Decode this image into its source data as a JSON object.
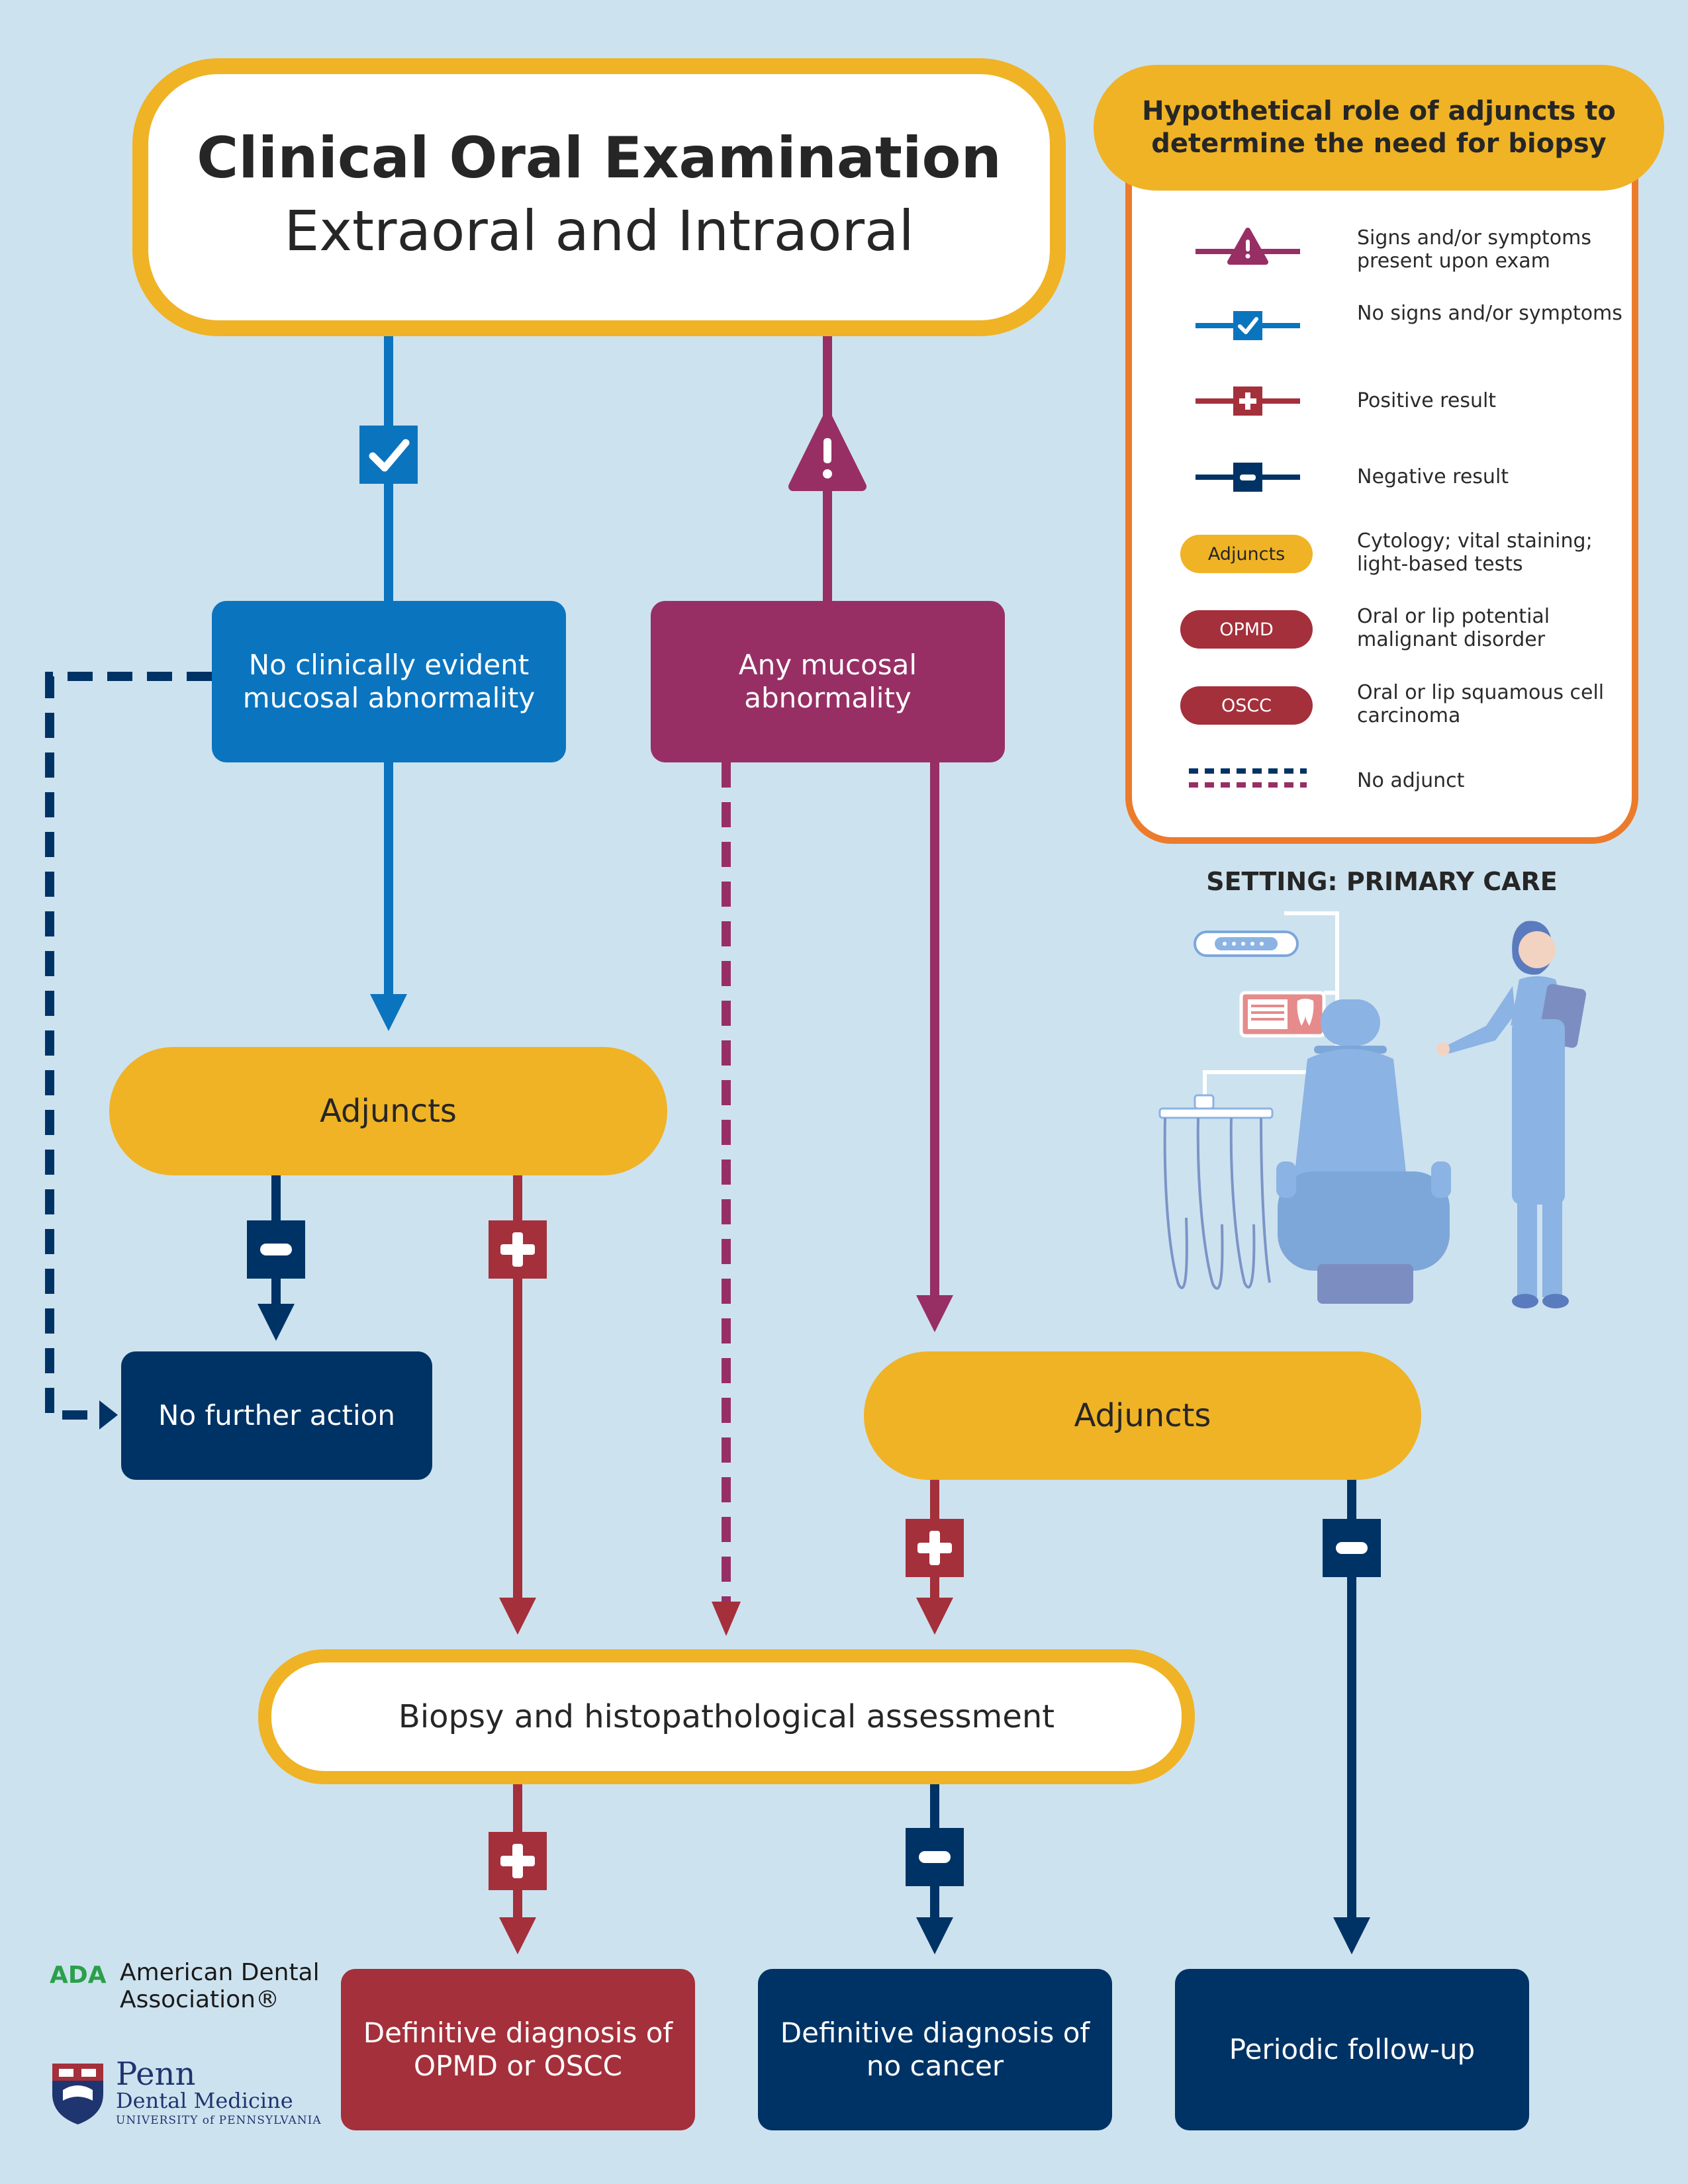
{
  "title": {
    "main": "Clinical Oral Examination",
    "sub": "Extraoral and Intraoral"
  },
  "nodes": {
    "no_abnormality": "No clinically evident mucosal abnormality",
    "any_abnormality": "Any mucosal abnormality",
    "adjuncts_left": "Adjuncts",
    "adjuncts_right": "Adjuncts",
    "no_further_action": "No further action",
    "biopsy": "Biopsy and histopathological assessment",
    "diagnosis_opmd_oscc": "Definitive diagnosis of OPMD or OSCC",
    "diagnosis_no_cancer": "Definitive diagnosis of no cancer",
    "periodic_followup": "Periodic follow-up"
  },
  "legend": {
    "header": "Hypothetical role of adjuncts to determine the need for biopsy",
    "items": [
      {
        "icon": "warning-icon",
        "color": "#972f64",
        "text": "Signs and/or symptoms present upon exam"
      },
      {
        "icon": "check-icon",
        "color": "#0b74bf",
        "text": "No signs and/or symptoms"
      },
      {
        "icon": "plus-icon",
        "color": "#a4303b",
        "text": "Positive result"
      },
      {
        "icon": "minus-icon",
        "color": "#003365",
        "text": "Negative result"
      },
      {
        "pill": "Adjuncts",
        "color": "#efb325",
        "text": "Cytology; vital staining; light-based tests"
      },
      {
        "pill": "OPMD",
        "color": "#a4303b",
        "text": "Oral or lip potential malignant disorder"
      },
      {
        "pill": "OSCC",
        "color": "#a4303b",
        "text": "Oral or lip squamous cell carcinoma"
      },
      {
        "icon": "dashed-line-icon",
        "colors": [
          "#003365",
          "#972f64"
        ],
        "text": "No adjunct"
      }
    ]
  },
  "setting": "SETTING: PRIMARY CARE",
  "logos": {
    "ada_mark": "ADA",
    "ada_name": "American Dental Association®",
    "penn_name": "Penn",
    "penn_school": "Dental Medicine",
    "penn_university": "UNIVERSITY of PENNSYLVANIA"
  },
  "colors": {
    "background": "#cde2ef",
    "yellow": "#efb325",
    "orange": "#ec7b2c",
    "blue": "#0b74bf",
    "plum": "#972f64",
    "navy": "#003365",
    "red": "#a4303b"
  }
}
